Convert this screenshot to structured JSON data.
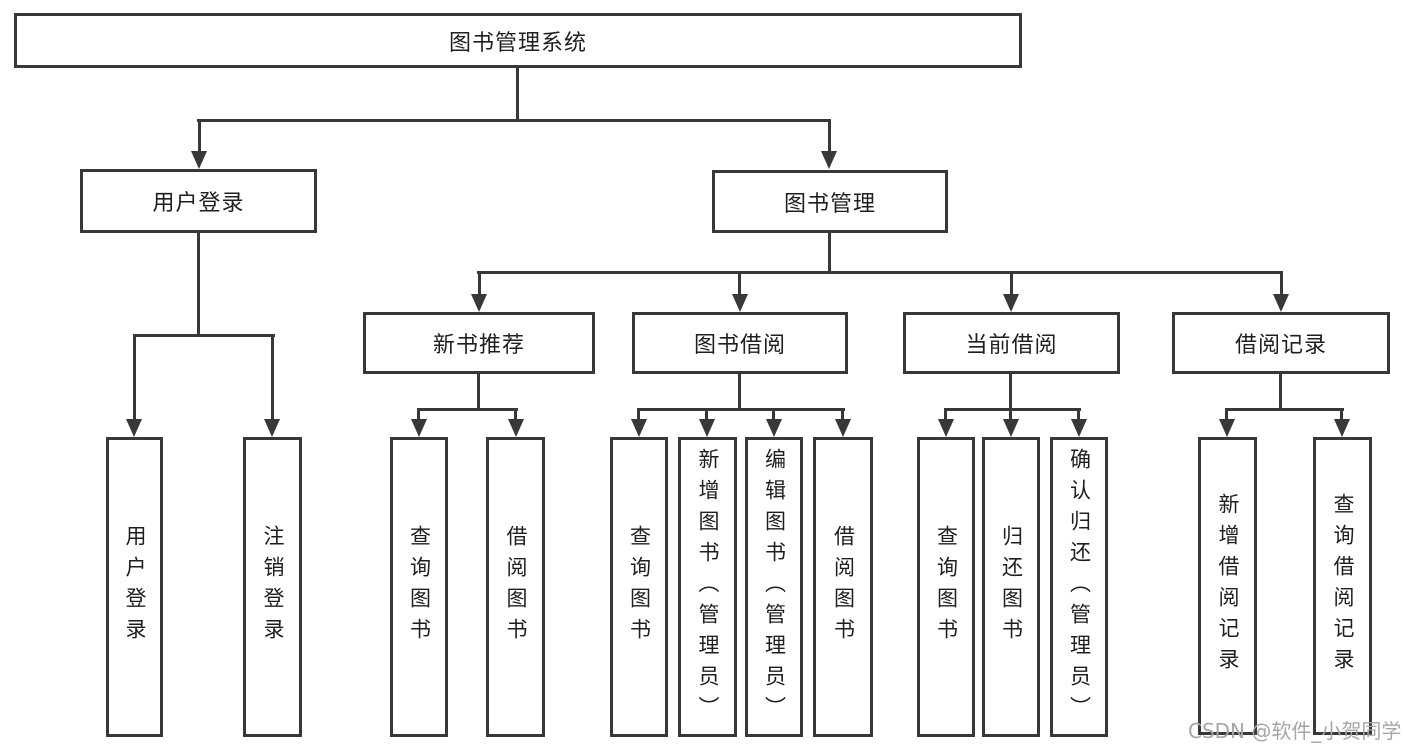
{
  "tree": {
    "root": {
      "label": "图书管理系统"
    },
    "level2": [
      {
        "label": "用户登录",
        "children": [
          {
            "label": "用户登录"
          },
          {
            "label": "注销登录"
          }
        ]
      },
      {
        "label": "图书管理",
        "children": [
          {
            "label": "新书推荐",
            "children": [
              {
                "label": "查询图书"
              },
              {
                "label": "借阅图书"
              }
            ]
          },
          {
            "label": "图书借阅",
            "children": [
              {
                "label": "查询图书"
              },
              {
                "label": "新增图书（管理员）"
              },
              {
                "label": "编辑图书（管理员）"
              },
              {
                "label": "借阅图书"
              }
            ]
          },
          {
            "label": "当前借阅",
            "children": [
              {
                "label": "查询图书"
              },
              {
                "label": "归还图书"
              },
              {
                "label": "确认归还（管理员）"
              }
            ]
          },
          {
            "label": "借阅记录",
            "children": [
              {
                "label": "新增借阅记录"
              },
              {
                "label": "查询借阅记录"
              }
            ]
          }
        ]
      }
    ]
  },
  "watermark": {
    "text": "CSDN @软件_小贺同学"
  },
  "colors": {
    "line": "#383838",
    "box_border": "#383838",
    "text": "#1f1f1f",
    "watermark": "#a6a6a6",
    "background": "#ffffff"
  }
}
